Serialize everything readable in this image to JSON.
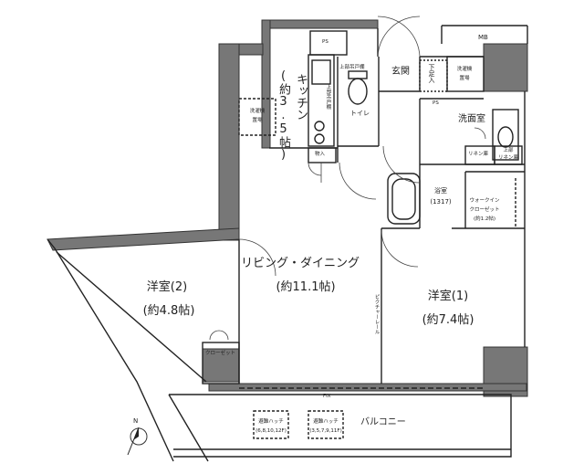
{
  "rooms": {
    "kitchen": "キッチン",
    "kitchen_size": "(約3.5帖)",
    "living": "リビング・ダイニング",
    "living_size": "(約11.1帖)",
    "western1": "洋室(1)",
    "western1_size": "(約7.4帖)",
    "western2": "洋室(2)",
    "western2_size": "(約4.8帖)",
    "entrance": "玄関",
    "washroom": "洗面室",
    "toilet": "トイレ",
    "bath": "浴室",
    "bath_size": "(1317)",
    "walkin": "ウォークイン",
    "walkin_2": "クローゼット",
    "walkin_size": "(約1.2帖)",
    "balcony": "バルコニー"
  },
  "labels": {
    "ps_top": "PS",
    "ps_wash": "PS",
    "mb": "MB",
    "shoe": "下足入",
    "washer_storage_1": "洗濯機",
    "washer_storage_2": "置場",
    "washer_kitchen_1": "洗濯機",
    "washer_kitchen_2": "置場",
    "upper_cabinet_top": "上部吊戸棚",
    "upper_cabinet_side": "上部吊戸棚",
    "storage": "物入",
    "linen": "リネン庫",
    "linen_upper_1": "上部",
    "linen_upper_2": "リネン庫",
    "closet": "クローゼット",
    "picture_rail": "ピクチャーレール",
    "fix": "FIX",
    "hatch1": "避難ハッチ",
    "hatch1_sub": "(6,8,10,12F)",
    "hatch2": "避難ハッチ",
    "hatch2_sub": "(3,5,7,9,11F)",
    "north": "N"
  }
}
